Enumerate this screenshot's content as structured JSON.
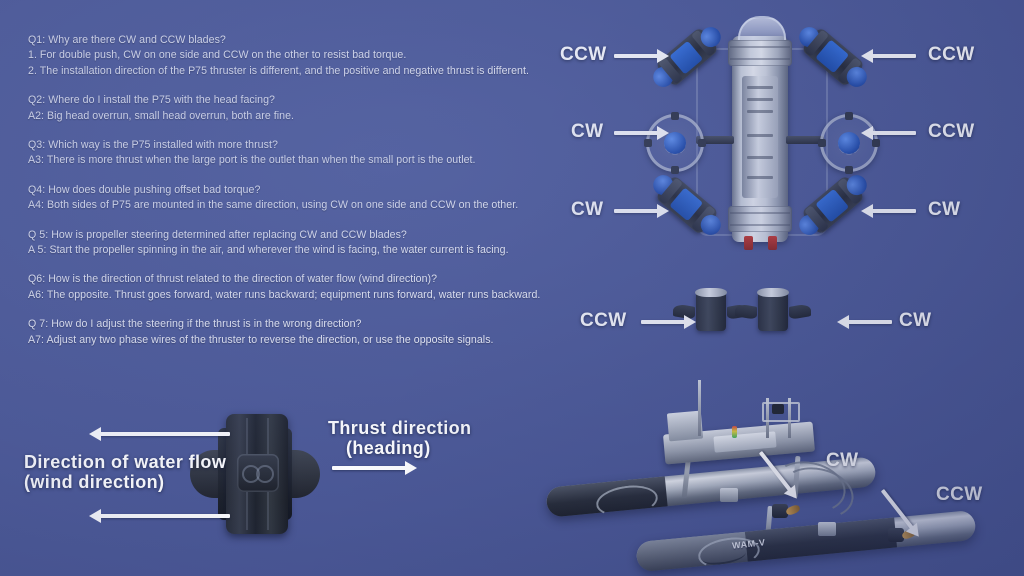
{
  "theme": {
    "background": "#4a5795",
    "label_color": "#ffffff",
    "text_color": "#f2f3fa",
    "accent_blue": "#1f4fb5"
  },
  "faq": {
    "groups": [
      {
        "lines": [
          "Q1: Why are there CW and CCW blades?",
          "1. For double push, CW on one side and CCW on the other to resist bad torque.",
          "2. The installation direction of the P75 thruster is different, and the positive and negative thrust is different."
        ]
      },
      {
        "lines": [
          "Q2: Where do I install the P75 with the head facing?",
          "A2: Big head overrun, small head overrun, both are fine."
        ]
      },
      {
        "lines": [
          "Q3: Which way is the P75 installed with more thrust?",
          "A3: There is more thrust when the large port is the outlet than when the small port is the outlet."
        ]
      },
      {
        "lines": [
          "Q4: How does double pushing offset bad torque?",
          "A4: Both sides of P75 are mounted in the same direction, using CW on one side and CCW on the other."
        ]
      },
      {
        "lines": [
          "Q 5: How is propeller steering determined after replacing CW and CCW blades?",
          "A 5: Start the propeller spinning in the air, and wherever the wind is facing, the water current is facing."
        ]
      },
      {
        "lines": [
          "Q6: How is the direction of thrust related to the direction of water flow (wind direction)?",
          "A6: The opposite. Thrust goes forward, water runs backward; equipment runs forward, water runs backward."
        ]
      },
      {
        "lines": [
          "Q 7: How do I adjust the steering if the thrust is in the wrong direction?",
          "A7: Adjust any two phase wires of the thruster to reverse the direction, or use the opposite signals."
        ]
      }
    ]
  },
  "rov_labels": {
    "top_left": "CCW",
    "top_right": "CCW",
    "mid_left": "CW",
    "mid_right": "CCW",
    "bottom_left": "CW",
    "bottom_right": "CW"
  },
  "propeller_labels": {
    "left": "CCW",
    "right": "CW"
  },
  "thruster_diagram": {
    "thrust_label_line1": "Thrust direction",
    "thrust_label_line2": "(heading)",
    "water_label_line1": "Direction of water flow",
    "water_label_line2": "(wind direction)"
  },
  "usv_labels": {
    "upper": "CW",
    "lower": "CCW",
    "hull_mark": "WAM-V"
  }
}
